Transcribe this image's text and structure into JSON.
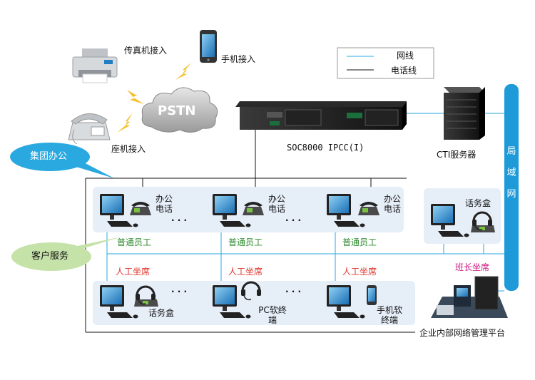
{
  "legend": {
    "network_line": "网线",
    "phone_line": "电话线"
  },
  "pstn": {
    "label": "PSTN"
  },
  "inputs": {
    "fax": "传真机接入",
    "mobile": "手机接入",
    "landline": "座机接入"
  },
  "device": {
    "label": "SOC8000 IPCC(I)"
  },
  "cti_server": {
    "label": "CTI服务器"
  },
  "lan": {
    "label": "局域网"
  },
  "bubbles": {
    "group_office": "集团办公",
    "customer_service": "客户服务"
  },
  "office_row": {
    "phone_label": "办公电话",
    "ellipsis": "· · ·",
    "staff_label": "普通员工"
  },
  "agent_row": {
    "agent_label": "人工坐席",
    "phone_box": "话务盒",
    "pc_softphone": "PC软终端",
    "mobile_softphone": "手机软终端",
    "ellipsis": "· · ·"
  },
  "supervisor": {
    "phone_box": "话务盒",
    "label": "班长坐席"
  },
  "management": {
    "label": "企业内部网络管理平台"
  },
  "colors": {
    "network": "#29a9e0",
    "phone": "#111111",
    "panel": "#e6eef8",
    "lan_bar": "#1e9ad9"
  }
}
